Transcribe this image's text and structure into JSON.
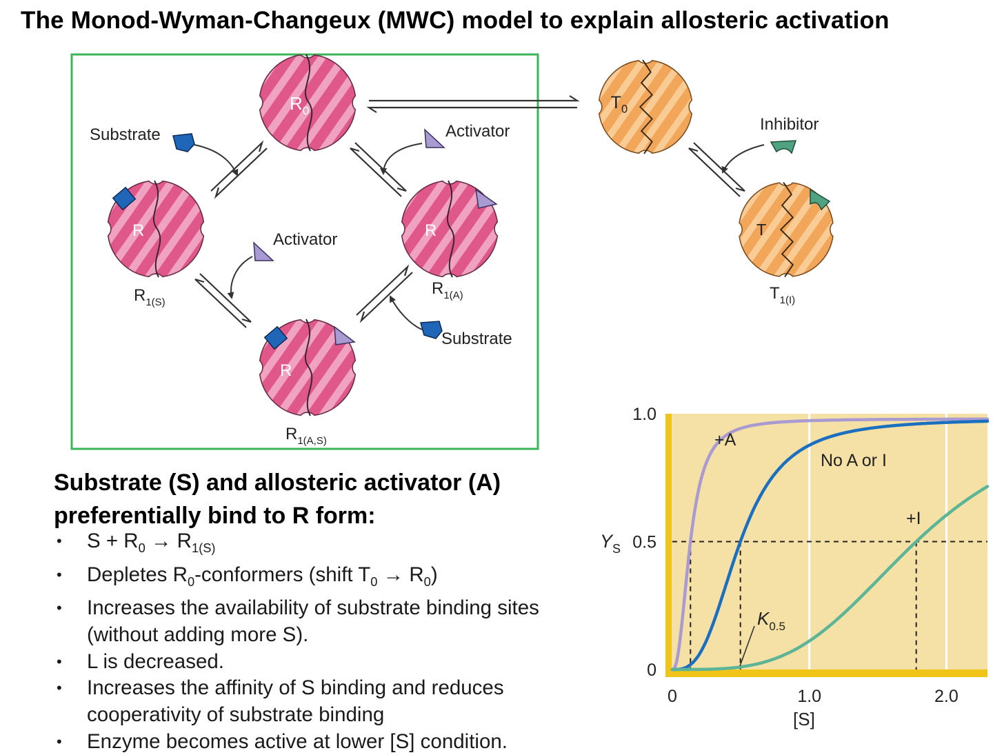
{
  "title": "The Monod-Wyman-Changeux (MWC) model to explain allosteric activation",
  "diagram": {
    "r0": {
      "main": "R",
      "sub": "0"
    },
    "t0": {
      "main": "T",
      "sub": "0"
    },
    "r_s": {
      "inner": "R",
      "label_main": "R",
      "label_sub": "1(S)"
    },
    "r_a": {
      "inner": "R",
      "label_main": "R",
      "label_sub": "1(A)"
    },
    "r_as": {
      "inner": "R",
      "label_main": "R",
      "label_sub": "1(A,S)"
    },
    "t_i": {
      "inner": "T",
      "label_main": "T",
      "label_sub": "1(I)"
    },
    "ligands": {
      "substrate_top": "Substrate",
      "activator_top": "Activator",
      "activator_mid": "Activator",
      "substrate_bottom": "Substrate",
      "inhibitor": "Inhibitor"
    },
    "colors": {
      "r_form": "#e0588a",
      "t_form": "#f2a65a",
      "substrate": "#1f66b8",
      "activator": "#a99ad1",
      "inhibitor": "#4fa383",
      "box_border": "#3cb55a"
    }
  },
  "text_block": {
    "heading": "Substrate (S) and allosteric activator (A) preferentially bind to R form:",
    "b1_a": "S + R",
    "b1_sub1": "0",
    "b1_b": " → R",
    "b1_sub2": "1(S)",
    "b2_a": "Depletes R",
    "b2_sub1": "0",
    "b2_b": "-conformers (shift T",
    "b2_sub2": "0",
    "b2_c": " → R",
    "b2_sub3": "0",
    "b2_d": ")",
    "b3": "Increases the availability of substrate binding sites (without adding more S).",
    "b4": "L is decreased.",
    "b5": "Increases the affinity of S binding and reduces cooperativity of substrate binding",
    "b6": "Enzyme becomes active at lower [S] condition."
  },
  "chart_data": {
    "type": "line",
    "xlabel": "[S]",
    "ylabel_main": "Y",
    "ylabel_sub": "S",
    "xlim": [
      0,
      2.3
    ],
    "ylim": [
      0,
      1.0
    ],
    "xticks": [
      {
        "v": 0,
        "label": "0"
      },
      {
        "v": 1.0,
        "label": "1.0"
      },
      {
        "v": 2.0,
        "label": "2.0"
      }
    ],
    "yticks": [
      {
        "v": 0,
        "label": "0"
      },
      {
        "v": 0.5,
        "label": "0.5"
      },
      {
        "v": 1.0,
        "label": "1.0"
      }
    ],
    "series": [
      {
        "name": "+A",
        "color": "#a99ad1",
        "k": 0.13,
        "n": 2.4,
        "ymax": 0.98
      },
      {
        "name": "No A or I",
        "color": "#1a6fc0",
        "k": 0.49,
        "n": 3.0,
        "ymax": 0.98
      },
      {
        "name": "+I",
        "color": "#5bb596",
        "k": 1.78,
        "n": 3.6,
        "ymax": 1.0
      }
    ],
    "k_label_main": "K",
    "k_label_sub": "0.5",
    "background": "#f5e0a6",
    "axis_color": "#f0c419"
  }
}
